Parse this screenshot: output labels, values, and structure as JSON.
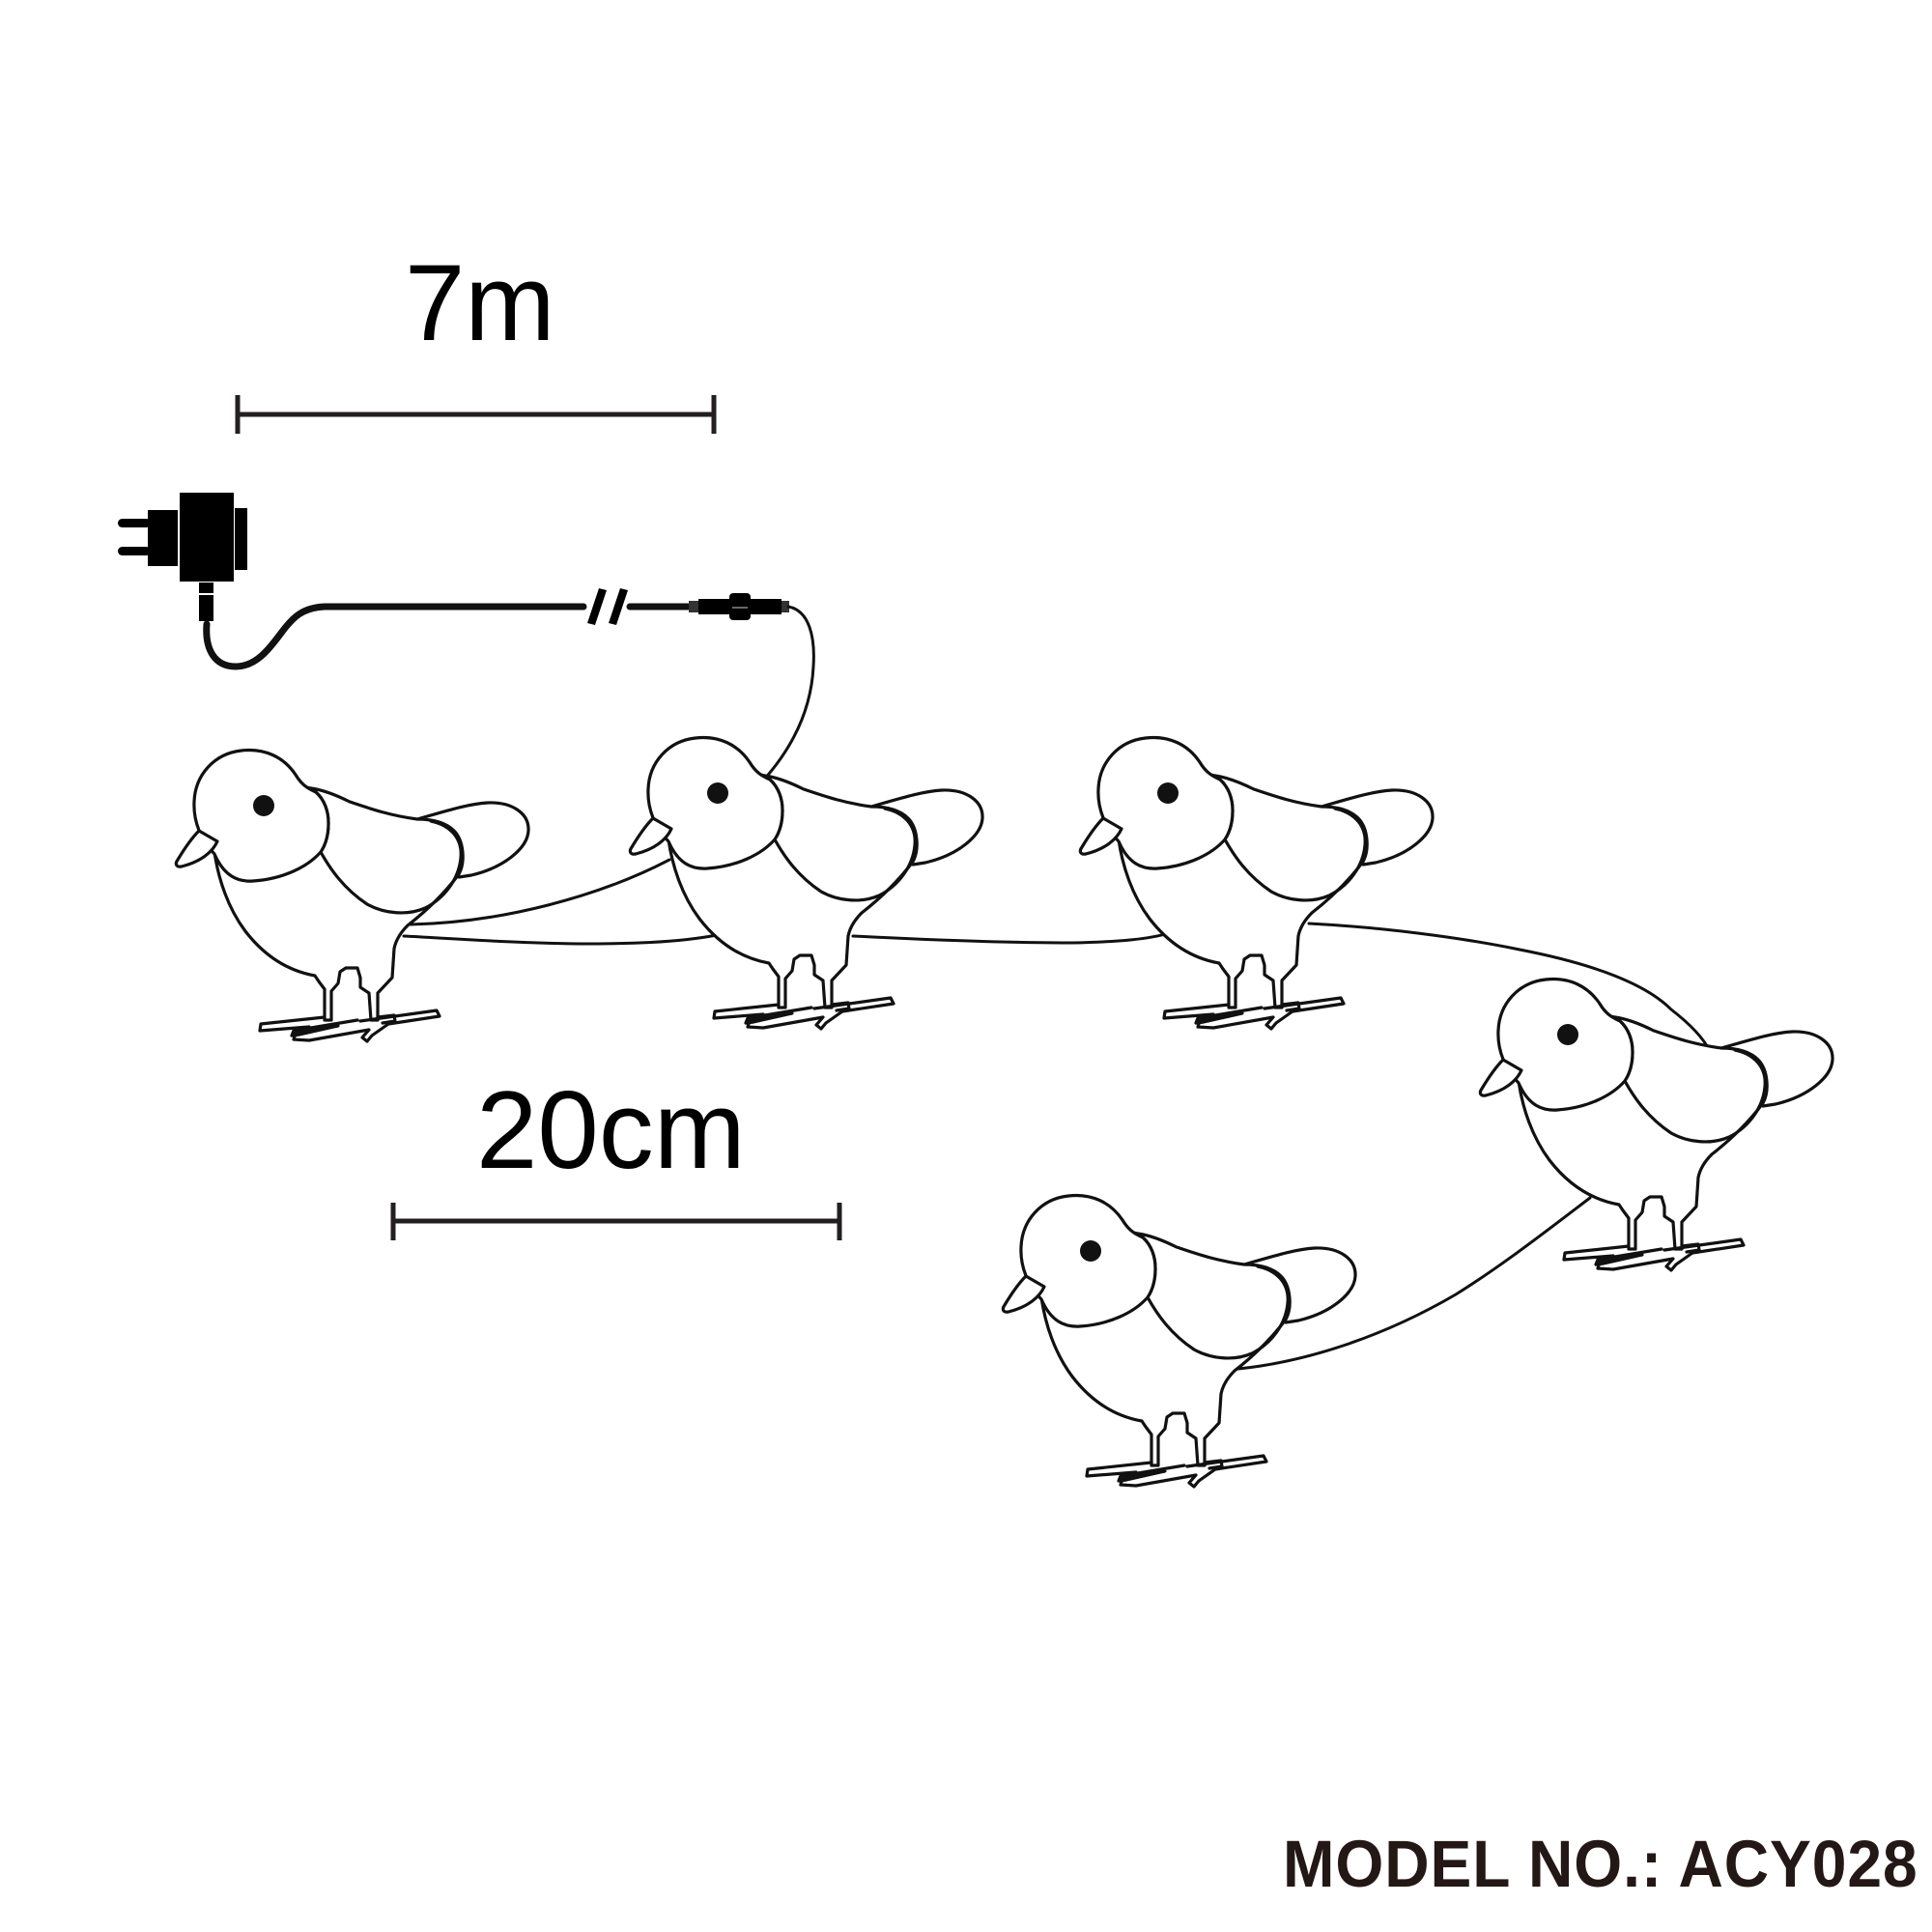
{
  "diagram": {
    "subject": "LED bird string light set",
    "bird_count": 5,
    "components": [
      "power-adapter-plug",
      "lead-cable",
      "cable-break-mark",
      "waterproof-connector",
      "bird-figures",
      "connecting-wires"
    ]
  },
  "dimensions": {
    "lead_cable": {
      "label": "7m"
    },
    "bird_spacing": {
      "label": "20cm"
    }
  },
  "footer": {
    "model_label": "MODEL NO.: ACY028"
  },
  "colors": {
    "line": "#111111",
    "text": "#000000",
    "model_text": "#231815",
    "background": "#ffffff"
  }
}
